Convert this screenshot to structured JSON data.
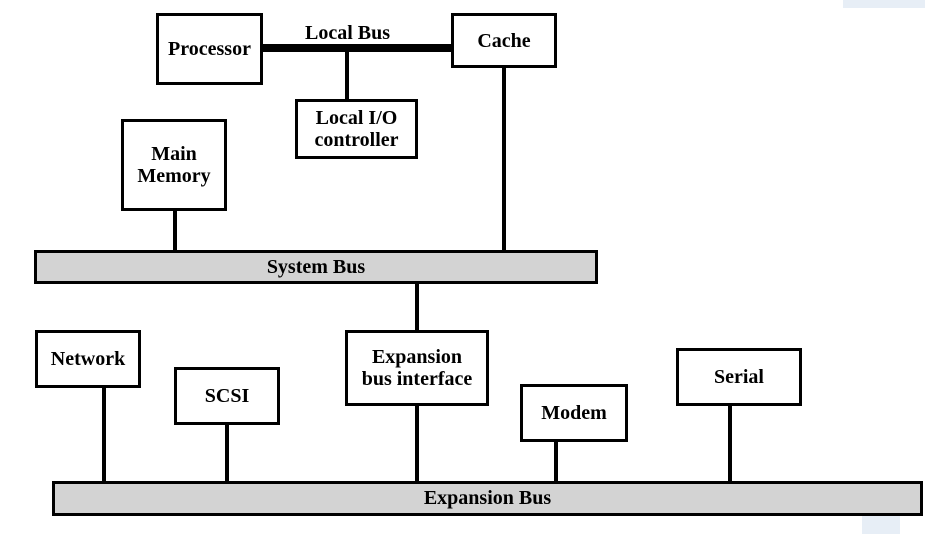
{
  "diagram": {
    "processor": "Processor",
    "local_bus": "Local Bus",
    "cache": "Cache",
    "local_io_controller": "Local I/O\ncontroller",
    "main_memory": "Main\nMemory",
    "system_bus": "System Bus",
    "network": "Network",
    "scsi": "SCSI",
    "expansion_bus_interface": "Expansion\nbus interface",
    "modem": "Modem",
    "serial": "Serial",
    "expansion_bus": "Expansion Bus"
  },
  "colors": {
    "bus_fill": "#d3d3d3",
    "stroke": "#000000"
  }
}
